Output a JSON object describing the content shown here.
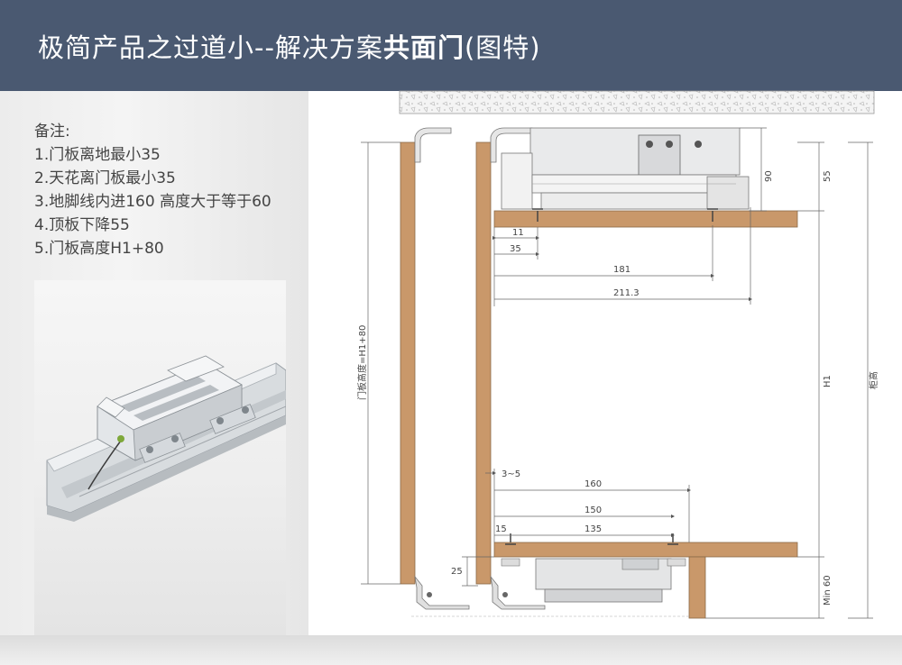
{
  "header": {
    "title_plain": "极简产品之过道小--解决方案",
    "title_bold": "共面门",
    "title_tail": "(图特)",
    "background": "#4a5971"
  },
  "notes": {
    "heading": "备注:",
    "items": [
      "1.门板离地最小35",
      "2.天花离门板最小35",
      "3.地脚线内进160  高度大于等于60",
      "4.顶板下降55",
      "5.门板高度H1+80"
    ]
  },
  "photo": {
    "subject": "sliding-door-track-hardware"
  },
  "diagram": {
    "colors": {
      "wood": "#c9986a",
      "line": "#555555",
      "metal": "#cfd4d8"
    },
    "dims": {
      "d11": "11",
      "d35": "35",
      "d181": "181",
      "d211": "211.3",
      "d3to5": "3~5",
      "d160": "160",
      "d150": "150",
      "d15": "15",
      "d135": "135",
      "d25": "25",
      "d90": "90",
      "d55": "55",
      "h1": "H1",
      "min60": "Min 60",
      "door_height": "门板高度=H1+80",
      "cabinet_height": "柜高"
    }
  }
}
